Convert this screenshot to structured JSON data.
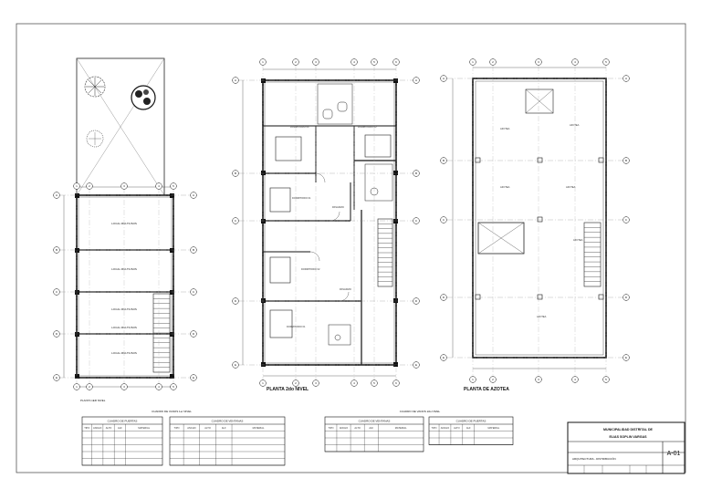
{
  "plans": {
    "first": {
      "title": "PLANTA 1ER NIVEL",
      "rooms": [
        "LOCAL MULTIUSOS",
        "LOCAL MULTIUSOS",
        "LOCAL MULTIUSOS",
        "LOCAL MULTIUSOS",
        "LOCAL MULTIUSOS"
      ]
    },
    "second": {
      "title": "PLANTA 2do NIVEL",
      "rooms": [
        "DORMITORIO 04",
        "DORMITORIO 03",
        "DORMITORIO 01",
        "DORMITORIO 02",
        "DORMITORIO 01",
        "PASADIZO",
        "PASADIZO"
      ]
    },
    "roof": {
      "title": "PLANTA DE AZOTEA",
      "rooms": [
        "AZOTEA",
        "AZOTEA",
        "AZOTEA",
        "AZOTEA",
        "AZOTEA",
        "AZOTEA"
      ]
    }
  },
  "axes": {
    "numbers": [
      "1",
      "2",
      "3",
      "4",
      "5",
      "6"
    ],
    "letters": [
      "A",
      "B",
      "C",
      "D",
      "E"
    ]
  },
  "schedules": {
    "left_caption": "CUADRO DE VANOS 1er NIVEL",
    "right_caption": "CUADRO DE VANOS 2do NIVEL",
    "puertas_title": "CUADRO DE PUERTAS",
    "ventanas_title": "CUADRO DE VENTANAS",
    "headers": [
      "TIPO",
      "ANCHO",
      "ALTO",
      "ALF",
      "MATERIAL"
    ]
  },
  "title_block": {
    "entity": "MUNICIPALIDAD DISTRITAL DE",
    "entity_name": "ELIAS SOPLIN VARGAS",
    "specialty": "ARQUITECTURA - DISTRIBUCIÓN",
    "sheet_code": "A-01"
  }
}
